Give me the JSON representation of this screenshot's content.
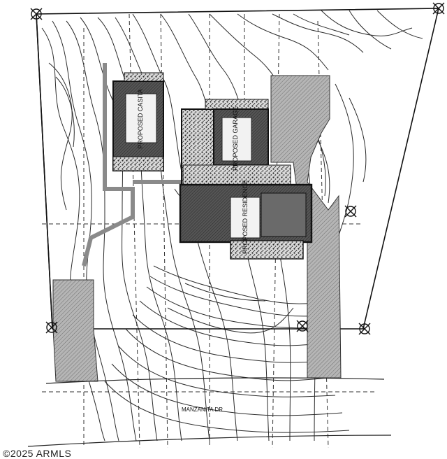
{
  "plan": {
    "casita_label": "PROPOSED CASITA",
    "garage_label": "PROPOSED GARAGE",
    "residence_label": "PROPOSED RESIDENCE",
    "street_label": "MANZANITA DR",
    "copyright": "©2025 ARMLS"
  },
  "colors": {
    "line": "#1a1a1a",
    "hatch_fill": "#a8a8a8",
    "building_fill": "#5a5a5a",
    "gravel_fill": "#7a7a7a",
    "background": "#ffffff"
  }
}
